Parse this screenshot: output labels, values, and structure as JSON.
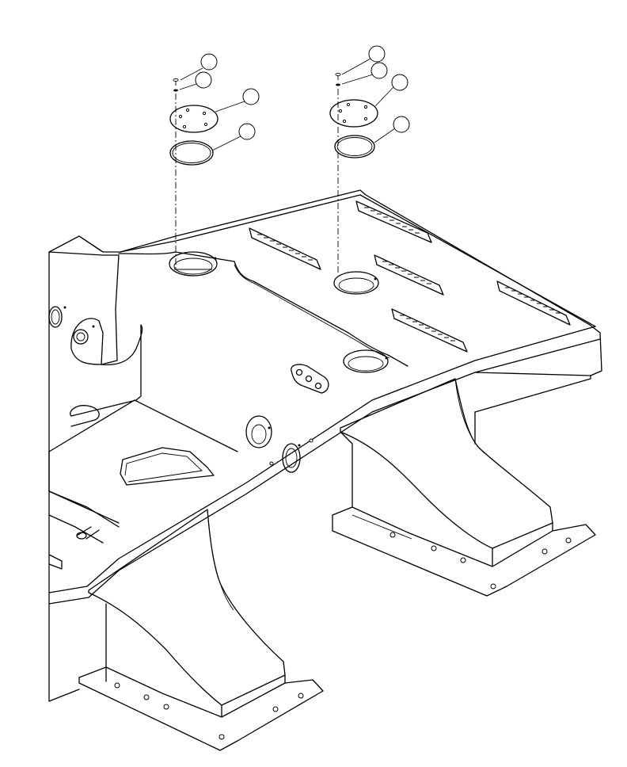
{
  "drawing": {
    "reference_code": "",
    "callouts": [
      {
        "id": "callout-1",
        "label": ""
      },
      {
        "id": "callout-2",
        "label": ""
      },
      {
        "id": "callout-3",
        "label": ""
      },
      {
        "id": "callout-4",
        "label": ""
      },
      {
        "id": "callout-5",
        "label": ""
      },
      {
        "id": "callout-6",
        "label": ""
      },
      {
        "id": "callout-7",
        "label": ""
      },
      {
        "id": "callout-8",
        "label": ""
      }
    ]
  }
}
